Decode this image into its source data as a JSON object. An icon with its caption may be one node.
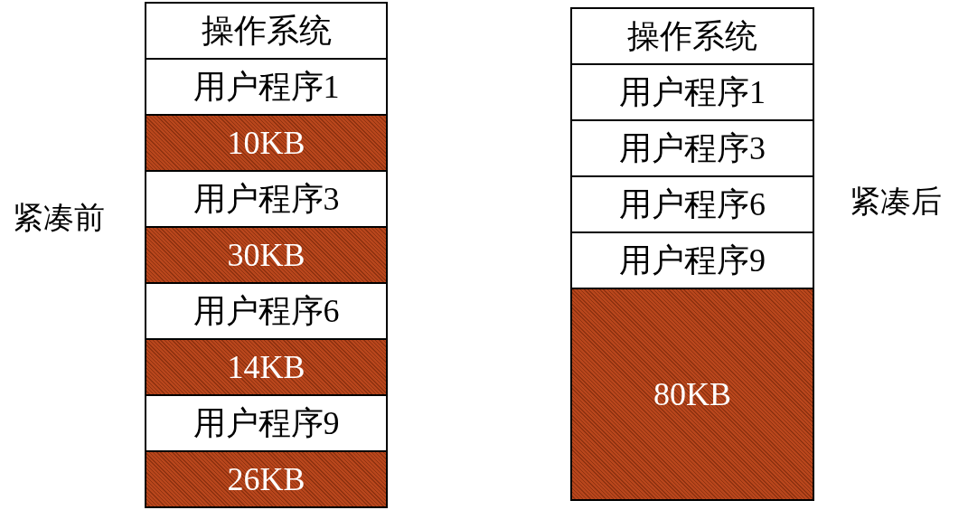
{
  "diagram": {
    "nodes": [
      {
        "text": [
          "操作系统"
        ]
      },
      {
        "text": [
          "用户程序1"
        ]
      },
      {
        "text": [
          "10KB"
        ]
      },
      {
        "text": [
          "用户程序3"
        ]
      },
      {
        "text": [
          "30KB"
        ]
      },
      {
        "text": [
          "用户程序6"
        ]
      },
      {
        "text": [
          "14KB"
        ]
      },
      {
        "text": [
          "用户程序9"
        ]
      },
      {
        "text": [
          "26KB"
        ]
      },
      {
        "text": [
          "操作系统"
        ]
      },
      {
        "text": [
          "用户程序1"
        ]
      },
      {
        "text": [
          "用户程序3"
        ]
      },
      {
        "text": [
          "用户程序6"
        ]
      },
      {
        "text": [
          "用户程序9"
        ]
      },
      {
        "text": [
          "80KB"
        ]
      }
    ],
    "edges": [],
    "labels": [
      "紧凑前",
      "紧凑后"
    ]
  }
}
